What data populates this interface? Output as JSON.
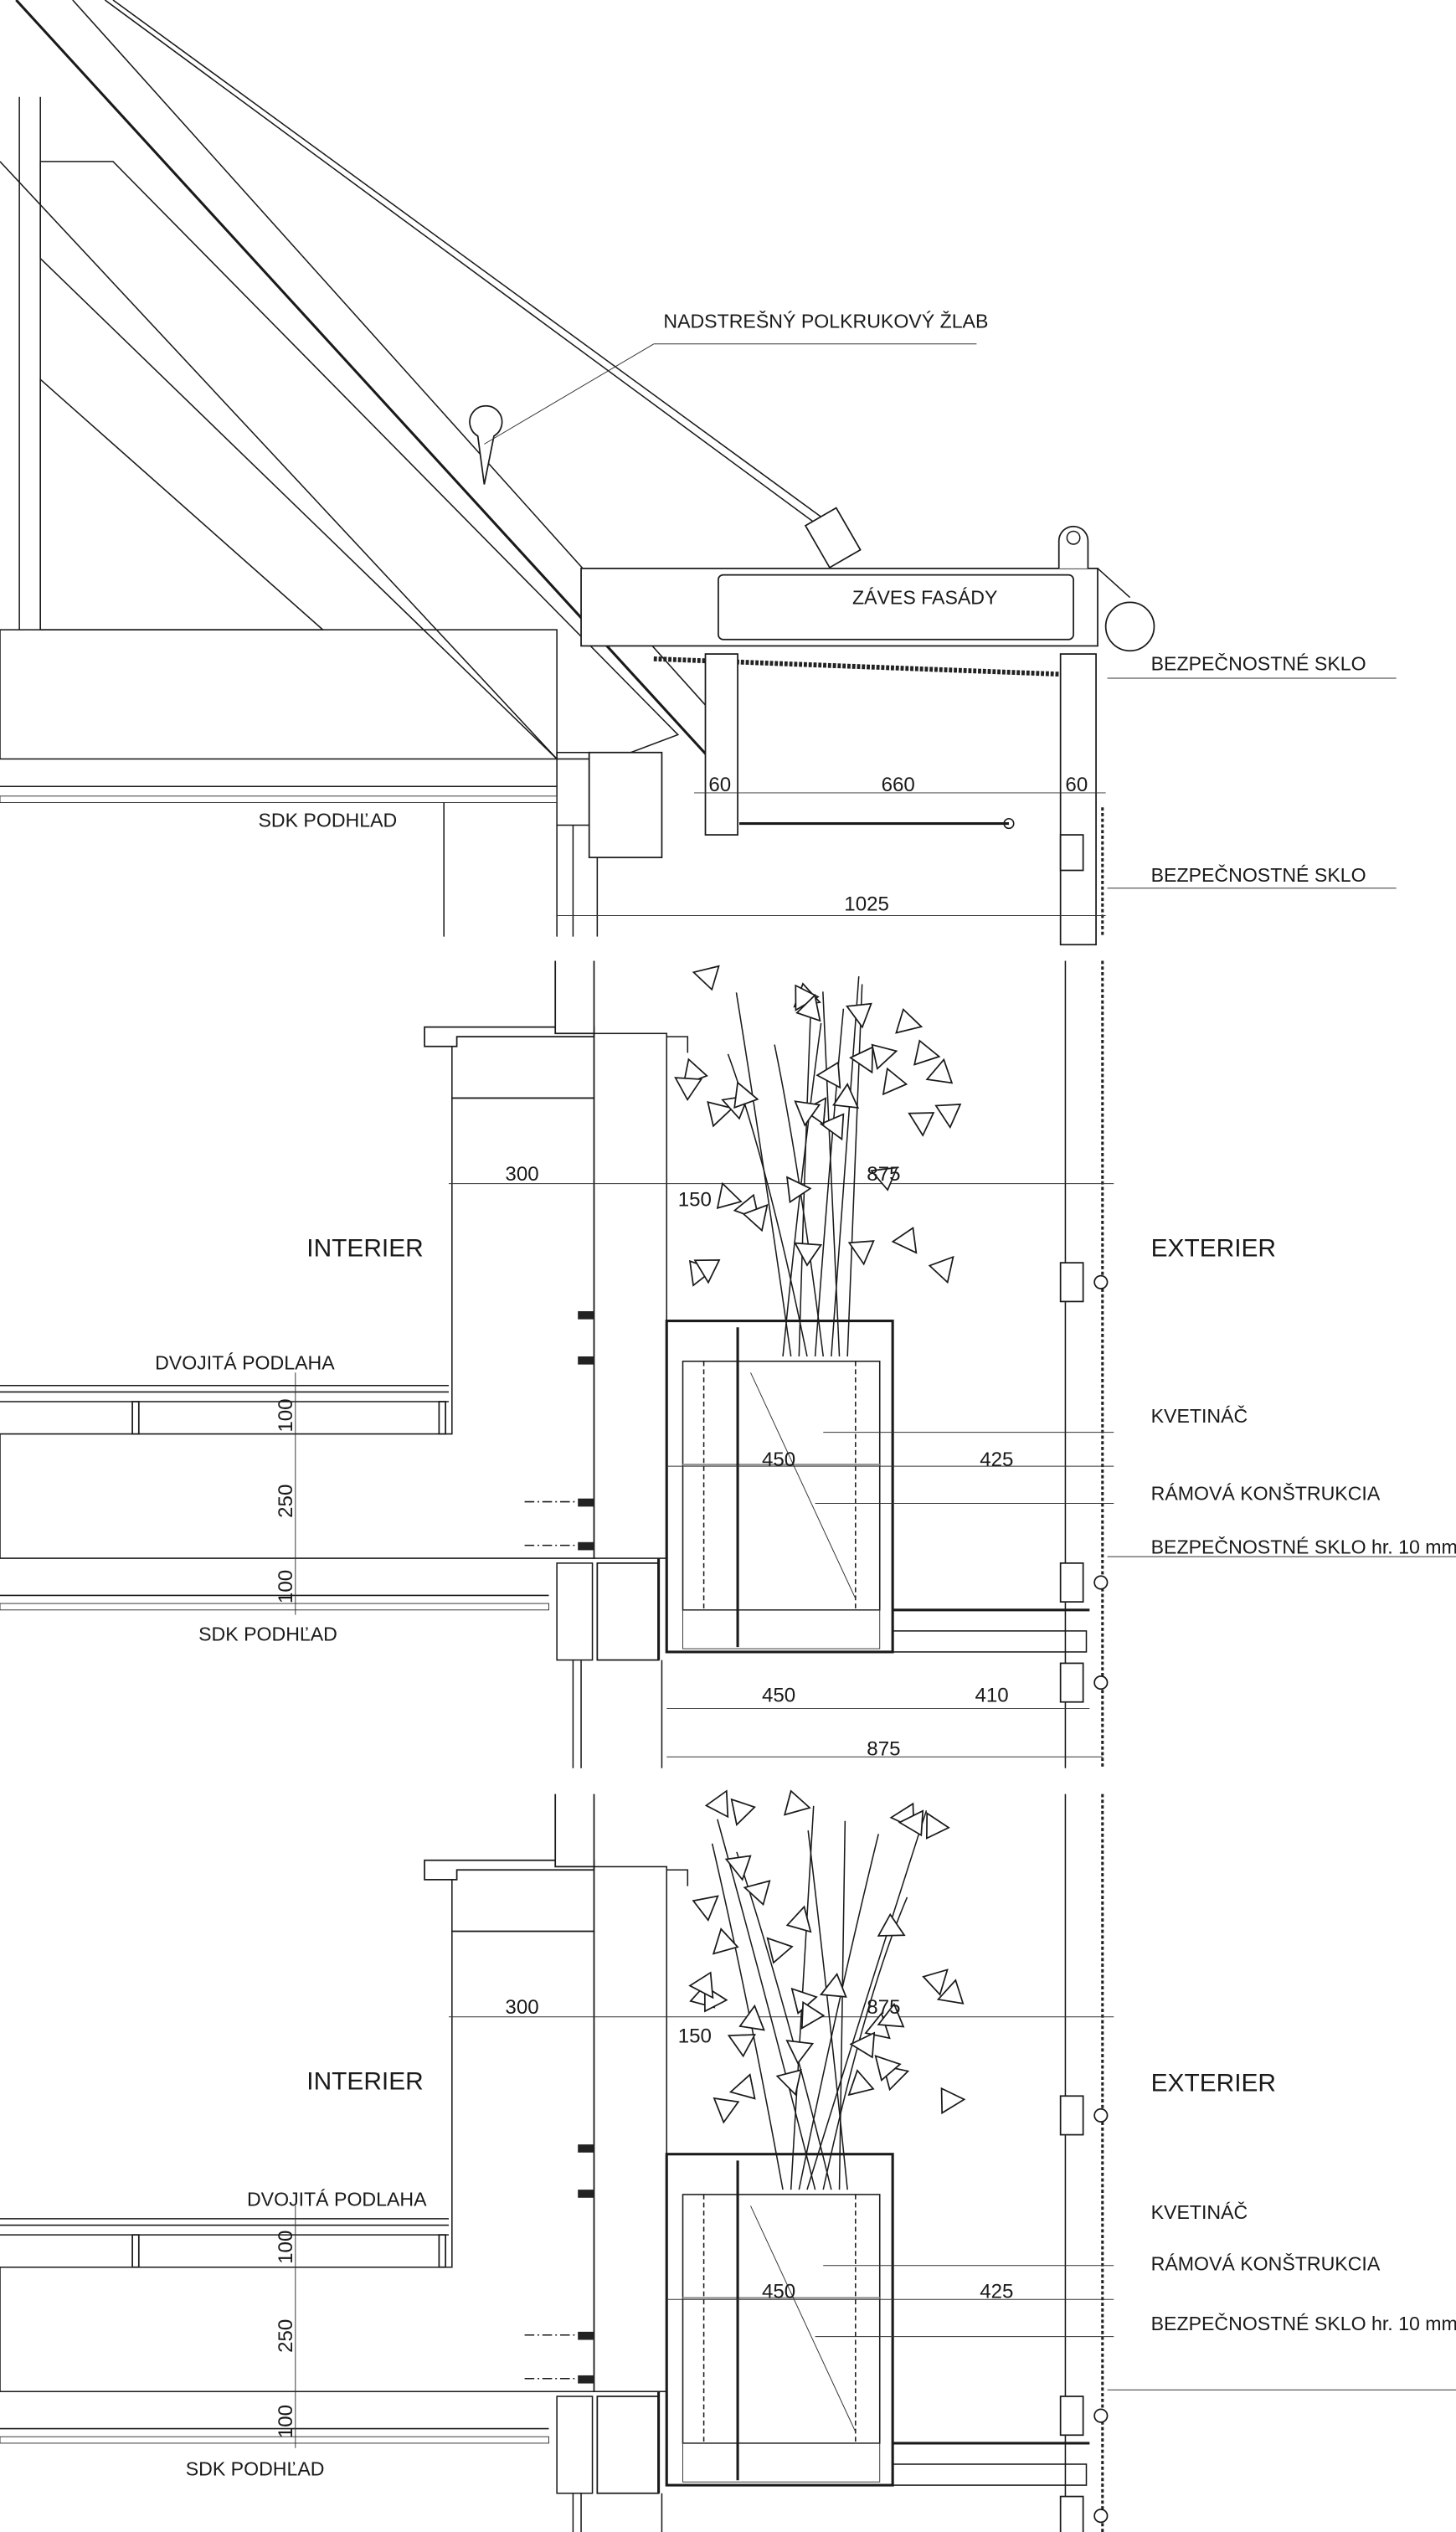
{
  "roof": {
    "gutter_label": "NADSTREŠNÝ POLKRUKOVÝ ŽLAB",
    "hanger_label": "ZÁVES FASÁDY",
    "glass_label_top": "BEZPEČNOSTNÉ SKLO",
    "glass_label_side": "BEZPEČNOSTNÉ SKLO",
    "ceiling_label": "SDK PODHĽAD",
    "dims": {
      "left": "60",
      "middle": "660",
      "right": "60",
      "total": "1025"
    }
  },
  "floors": [
    {
      "interior": "INTERIER",
      "exterior": "EXTERIER",
      "raised_floor": "DVOJITÁ PODLAHA",
      "ceiling": "SDK PODHĽAD",
      "planter": "KVETINÁČ",
      "frame": "RÁMOVÁ KONŠTRUKCIA",
      "glass": "BEZPEČNOSTNÉ SKLO hr. 10 mm",
      "dims": {
        "wall": "300",
        "insulation": "150",
        "overhang": "875",
        "planter_width": "450",
        "planter_gap": "425",
        "floor_top": "100",
        "slab": "250",
        "ceiling_gap": "100"
      },
      "bottom_dims": {
        "planter": "450",
        "grating": "410",
        "total": "875"
      }
    },
    {
      "interior": "INTERIER",
      "exterior": "EXTERIER",
      "raised_floor": "DVOJITÁ PODLAHA",
      "ceiling": "SDK PODHĽAD",
      "planter": "KVETINÁČ",
      "frame": "RÁMOVÁ KONŠTRUKCIA",
      "glass": "BEZPEČNOSTNÉ SKLO hr. 10 mm",
      "dims": {
        "wall": "300",
        "insulation": "150",
        "overhang": "875",
        "planter_width": "450",
        "planter_gap": "425",
        "floor_top": "100",
        "slab": "250",
        "ceiling_gap": "100"
      }
    }
  ]
}
